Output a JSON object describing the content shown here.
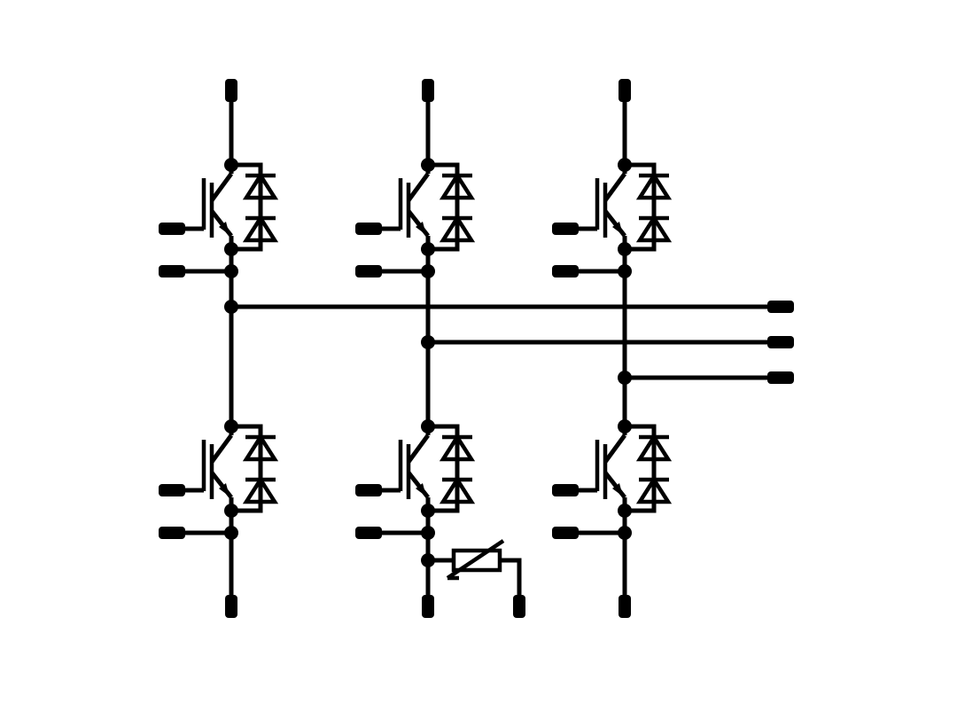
{
  "diagram": {
    "type": "circuit-schematic",
    "description_visible_text": "",
    "colors": {
      "stroke": "#000000",
      "background": "#ffffff"
    },
    "components": {
      "igbt_with_diodes": 6,
      "thermistor": 1
    },
    "phases": [
      "phase-1",
      "phase-2",
      "phase-3"
    ]
  }
}
